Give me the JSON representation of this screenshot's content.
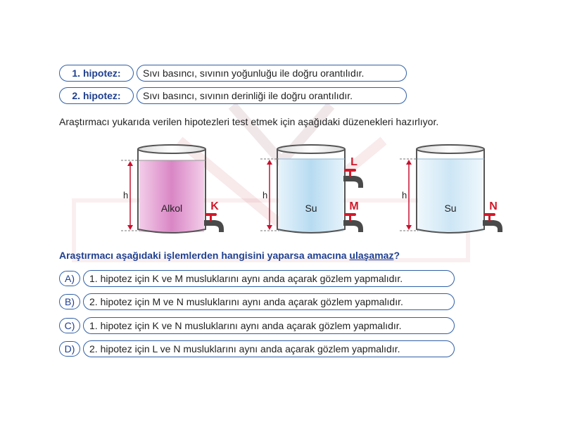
{
  "hypotheses": [
    {
      "label": "1. hipotez:",
      "text": "Sıvı basıncı, sıvının yoğunluğu ile doğru orantılıdır."
    },
    {
      "label": "2. hipotez:",
      "text": "Sıvı basıncı, sıvının derinliği ile doğru orantılıdır."
    }
  ],
  "intro": "Araştırmacı yukarıda verilen hipotezleri test etmek için aşağıdaki düzenekleri hazırlıyor.",
  "diagram": {
    "height_label": "h",
    "containers": [
      {
        "liquid": "Alkol",
        "taps": [
          "K"
        ],
        "liquid_color": "#e6a6d6"
      },
      {
        "liquid": "Su",
        "taps": [
          "L",
          "M"
        ],
        "liquid_color": "#bfe0f4"
      },
      {
        "liquid": "Su",
        "taps": [
          "N"
        ],
        "liquid_color": "#cfe8f7"
      }
    ]
  },
  "question": {
    "before": "Araştırmacı aşağıdaki işlemlerden hangisini yaparsa amacına ",
    "underlined": "ulaşamaz",
    "after": "?"
  },
  "options": [
    {
      "letter": "A)",
      "text": "1. hipotez için K ve M musluklarını aynı anda açarak gözlem yapmalıdır."
    },
    {
      "letter": "B)",
      "text": "2. hipotez için M ve N musluklarını aynı anda açarak gözlem yapmalıdır."
    },
    {
      "letter": "C)",
      "text": "1. hipotez için K ve N musluklarını aynı anda açarak gözlem yapmalıdır."
    },
    {
      "letter": "D)",
      "text": "2. hipotez için L ve N musluklarını aynı anda açarak gözlem yapmalıdır."
    }
  ],
  "colors": {
    "accent": "#2f5fa8",
    "question": "#1f3f8f",
    "tap_red": "#d0192b",
    "measure_red": "#c8102e"
  }
}
